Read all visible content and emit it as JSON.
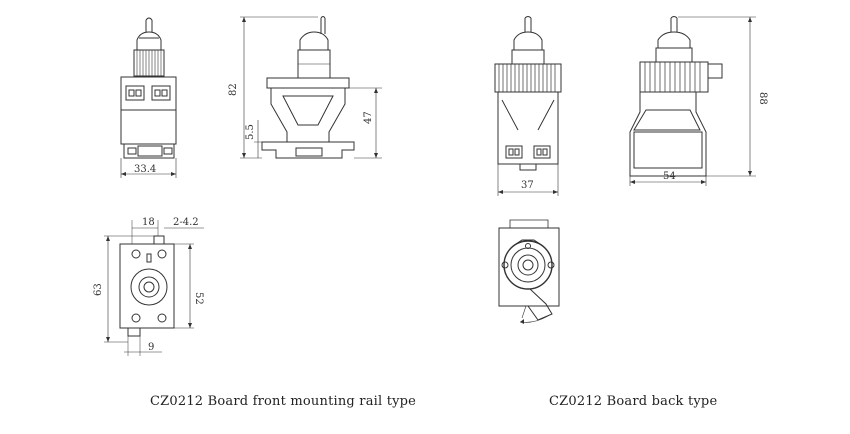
{
  "captions": {
    "front": "CZ0212  Board front mounting rail type",
    "back": "CZ0212  Board back type"
  },
  "dims": {
    "front_width": "33.4",
    "rail_height": "82",
    "rail_body": "47",
    "rail_foot": "5.5",
    "plan_18": "18",
    "plan_slot": "2-4.2",
    "plan_height": "63",
    "plan_inner": "52",
    "plan_9": "9",
    "back_width": "37",
    "back_side_width": "54",
    "back_height": "88"
  }
}
